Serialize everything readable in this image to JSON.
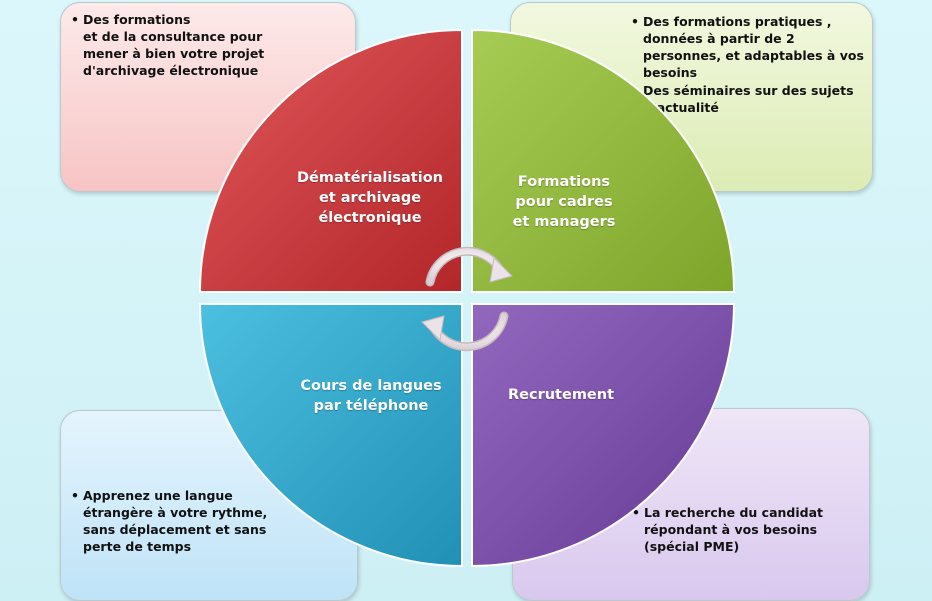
{
  "quadrants": {
    "top_left": {
      "title": "Dématérialisation et archivage électronique",
      "title_lines": [
        "Dématérialisation",
        "et archivage",
        "électronique"
      ],
      "color": "#c8373a",
      "box_items": [
        "Des formations",
        "et de la consultance pour",
        "mener à bien votre projet",
        "d'archivage électronique"
      ]
    },
    "top_right": {
      "title_lines": [
        "Formations",
        "pour cadres",
        "et managers"
      ],
      "color": "#8eb637",
      "box_items": [
        "Des formations pratiques , données à partir de 2 personnes, et adaptables à vos besoins",
        "Des séminaires sur des sujets d’actualité"
      ]
    },
    "bottom_left": {
      "title_lines": [
        "Cours de langues",
        "par téléphone"
      ],
      "color": "#2fa8cc",
      "box_items": [
        "Apprenez  une langue étrangère à  votre rythme, sans déplacement et sans perte de temps"
      ]
    },
    "bottom_right": {
      "title_lines": [
        "Recrutement"
      ],
      "color": "#7b4fa8",
      "box_items": [
        "La recherche du candidat répondant à vos besoins (spécial PME)"
      ]
    }
  },
  "center_icon": "circular-arrows-icon"
}
